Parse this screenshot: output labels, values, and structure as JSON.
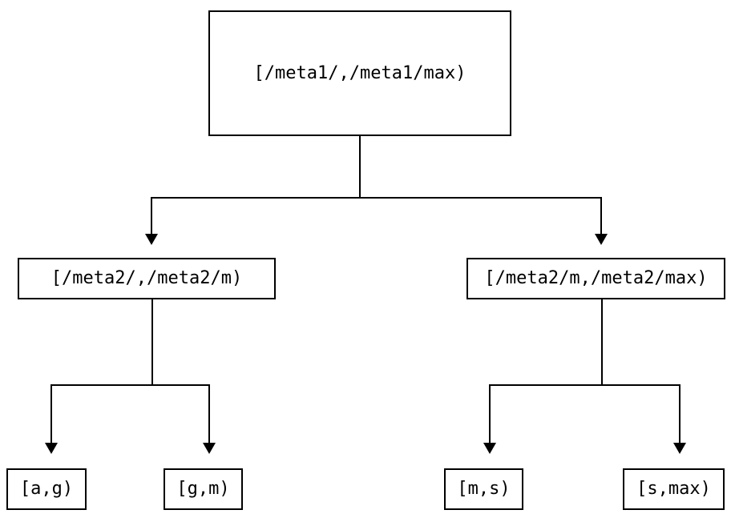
{
  "diagram": {
    "type": "tree",
    "background_color": "#ffffff",
    "line_color": "#000000",
    "nodes": [
      {
        "id": "root",
        "label": "[/meta1/,/meta1/max)"
      },
      {
        "id": "meta2-low",
        "label": "[/meta2/,/meta2/m)"
      },
      {
        "id": "meta2-high",
        "label": "[/meta2/m,/meta2/max)"
      },
      {
        "id": "leaf-ag",
        "label": "[a,g)"
      },
      {
        "id": "leaf-gm",
        "label": "[g,m)"
      },
      {
        "id": "leaf-ms",
        "label": "[m,s)"
      },
      {
        "id": "leaf-smax",
        "label": "[s,max)"
      }
    ],
    "edges": [
      {
        "from": "root",
        "to": "meta2-low"
      },
      {
        "from": "root",
        "to": "meta2-high"
      },
      {
        "from": "meta2-low",
        "to": "leaf-ag"
      },
      {
        "from": "meta2-low",
        "to": "leaf-gm"
      },
      {
        "from": "meta2-high",
        "to": "leaf-ms"
      },
      {
        "from": "meta2-high",
        "to": "leaf-smax"
      }
    ]
  }
}
